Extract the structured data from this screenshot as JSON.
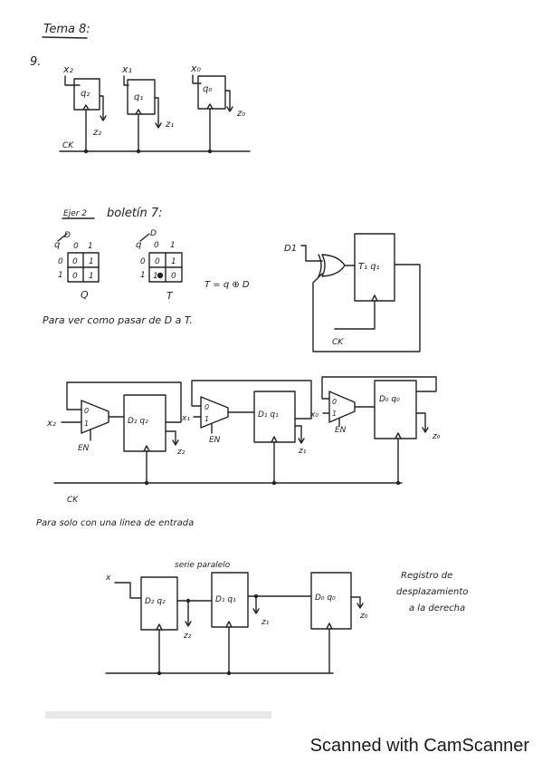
{
  "title": "Tema 8:",
  "ex9": {
    "number": "9.",
    "inputs": [
      "x₂",
      "x₁",
      "x₀"
    ],
    "cells": [
      "q₂",
      "q₁",
      "q₀"
    ],
    "outputs": [
      "z₂",
      "z₁",
      "z₀"
    ],
    "clock": "CK"
  },
  "ex2": {
    "heading_prefix": "Ejer 2",
    "heading": "boletín 7:",
    "kmap_q": {
      "col_var": "D",
      "row_var": "q",
      "col_headers": [
        "0",
        "1"
      ],
      "row_headers": [
        "0",
        "1"
      ],
      "cells": [
        [
          "0",
          "1"
        ],
        [
          "0",
          "1"
        ]
      ],
      "label": "Q"
    },
    "kmap_t": {
      "col_var": "D",
      "row_var": "q",
      "col_headers": [
        "0",
        "1"
      ],
      "row_headers": [
        "0",
        "1"
      ],
      "cells": [
        [
          "0",
          "1"
        ],
        [
          "1",
          "0"
        ]
      ],
      "label": "T"
    },
    "equation": "T = q ⊕ D",
    "circuit": {
      "input": "D1",
      "cell": "T₁ q₁",
      "clock": "CK"
    },
    "caption": "Para ver como pasar de D a T."
  },
  "shift_en": {
    "inputs": [
      "x₂",
      "x₁",
      "x₀"
    ],
    "mux_inputs": [
      "0",
      "1"
    ],
    "enable": "EN",
    "cells": [
      "D₂ q₂",
      "D₁ q₁",
      "D₀ q₀"
    ],
    "outputs": [
      "z₂",
      "z₁",
      "z₀"
    ],
    "clock": "CK"
  },
  "note_single_line": "Para solo con una línea de entrada",
  "serie_paralelo": {
    "heading": "serie paralelo",
    "input": "x",
    "cells": [
      "D₂ q₂",
      "D₁ q₁",
      "D₀ q₀"
    ],
    "outputs": [
      "z₂",
      "z₁",
      "z₀"
    ],
    "note_lines": [
      "Registro de",
      "desplazamiento",
      "a la derecha"
    ]
  },
  "footer": "Scanned with CamScanner"
}
